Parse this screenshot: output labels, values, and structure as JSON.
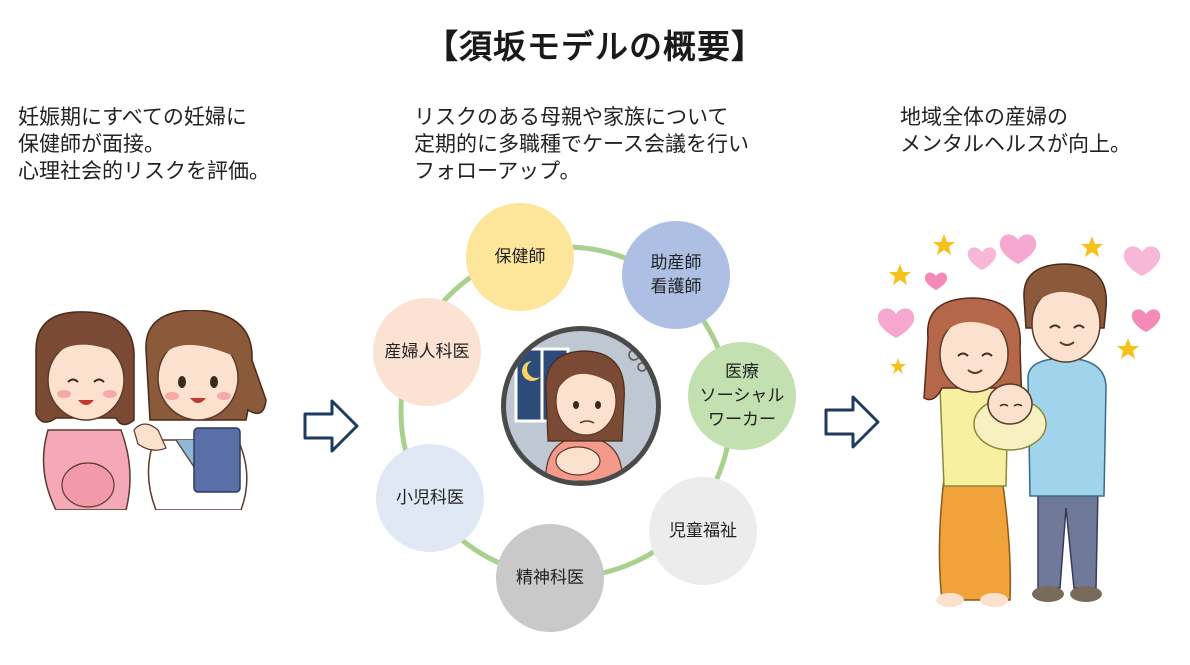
{
  "title": "【須坂モデルの概要】",
  "steps": [
    {
      "lines": [
        "妊娠期にすべての妊婦に",
        "保健師が面接。",
        "心理社会的リスクを評価。"
      ]
    },
    {
      "lines": [
        "リスクのある母親や家族について",
        "定期的に多職種でケース会議を行い",
        "フォローアップ。"
      ]
    },
    {
      "lines": [
        "地域全体の産婦の",
        "メンタルヘルスが向上。"
      ]
    }
  ],
  "nodes": {
    "hokenshi": "保健師",
    "josanshi": "助産師\n看護師",
    "msw": "医療\nソーシャル\nワーカー",
    "jido": "児童福祉",
    "seishin": "精神科医",
    "shoni": "小児科医",
    "sanfujin": "産婦人科医"
  },
  "colors": {
    "ring": "#a9d18e",
    "arrow_stroke": "#1f3a5f",
    "hokenshi": "#fde59a",
    "josanshi": "#adbfe3",
    "msw": "#c3e0b0",
    "jido": "#ececec",
    "seishin": "#c9c9c9",
    "shoni": "#dfe8f4",
    "sanfujin": "#fbe2d2"
  },
  "icons": [
    "pregnant-woman-illustration",
    "nurse-illustration",
    "arrow-right-icon",
    "anxious-mother-illustration",
    "happy-family-illustration",
    "heart-icon",
    "star-icon"
  ]
}
